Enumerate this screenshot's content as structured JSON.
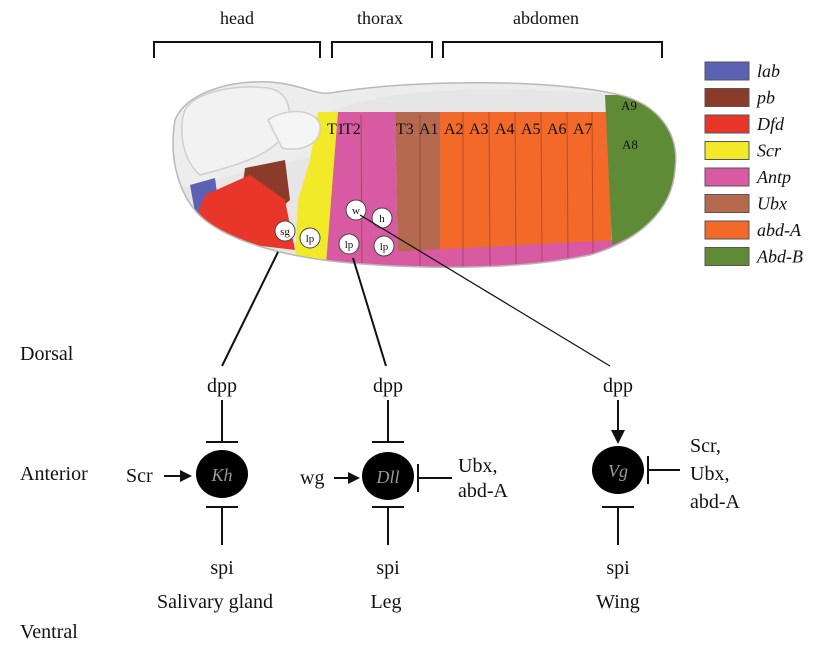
{
  "regions": {
    "head": "head",
    "thorax": "thorax",
    "abdomen": "abdomen"
  },
  "segments": {
    "T1": "T1",
    "T2": "T2",
    "T3": "T3",
    "A1": "A1",
    "A2": "A2",
    "A3": "A3",
    "A4": "A4",
    "A5": "A5",
    "A6": "A6",
    "A7": "A7",
    "A8": "A8",
    "A9": "A9"
  },
  "primordia": {
    "sg": "sg",
    "lp1": "lp",
    "w": "w",
    "h": "h",
    "lp2": "lp",
    "lp3": "lp"
  },
  "legend": [
    {
      "label": "lab",
      "color": "#5b62b4"
    },
    {
      "label": "pb",
      "color": "#8a3b2a"
    },
    {
      "label": "Dfd",
      "color": "#e8362a"
    },
    {
      "label": "Scr",
      "color": "#f2ea28"
    },
    {
      "label": "Antp",
      "color": "#d85aa3"
    },
    {
      "label": "Ubx",
      "color": "#b5694e"
    },
    {
      "label": "abd-A",
      "color": "#f2692a"
    },
    {
      "label": "Abd-B",
      "color": "#5f8a36"
    }
  ],
  "axes": {
    "dorsal": "Dorsal",
    "anterior": "Anterior",
    "ventral": "Ventral"
  },
  "pathways": [
    {
      "top": "dpp",
      "gene": "Kh",
      "left_activator": "Scr",
      "right_repressor": "",
      "bottom": "spi",
      "name": "Salivary gland"
    },
    {
      "top": "dpp",
      "gene": "Dll",
      "left_activator": "wg",
      "right_repressor": "Ubx,\nabd-A",
      "bottom": "spi",
      "name": "Leg"
    },
    {
      "top": "dpp",
      "gene": "Vg",
      "left_activator": "",
      "right_repressor": "Scr,\nUbx,\nabd-A",
      "bottom": "spi",
      "name": "Wing"
    }
  ],
  "right_repressor_lines": {
    "leg": [
      "Ubx,",
      "abd-A"
    ],
    "wing": [
      "Scr,",
      "Ubx,",
      "abd-A"
    ]
  }
}
